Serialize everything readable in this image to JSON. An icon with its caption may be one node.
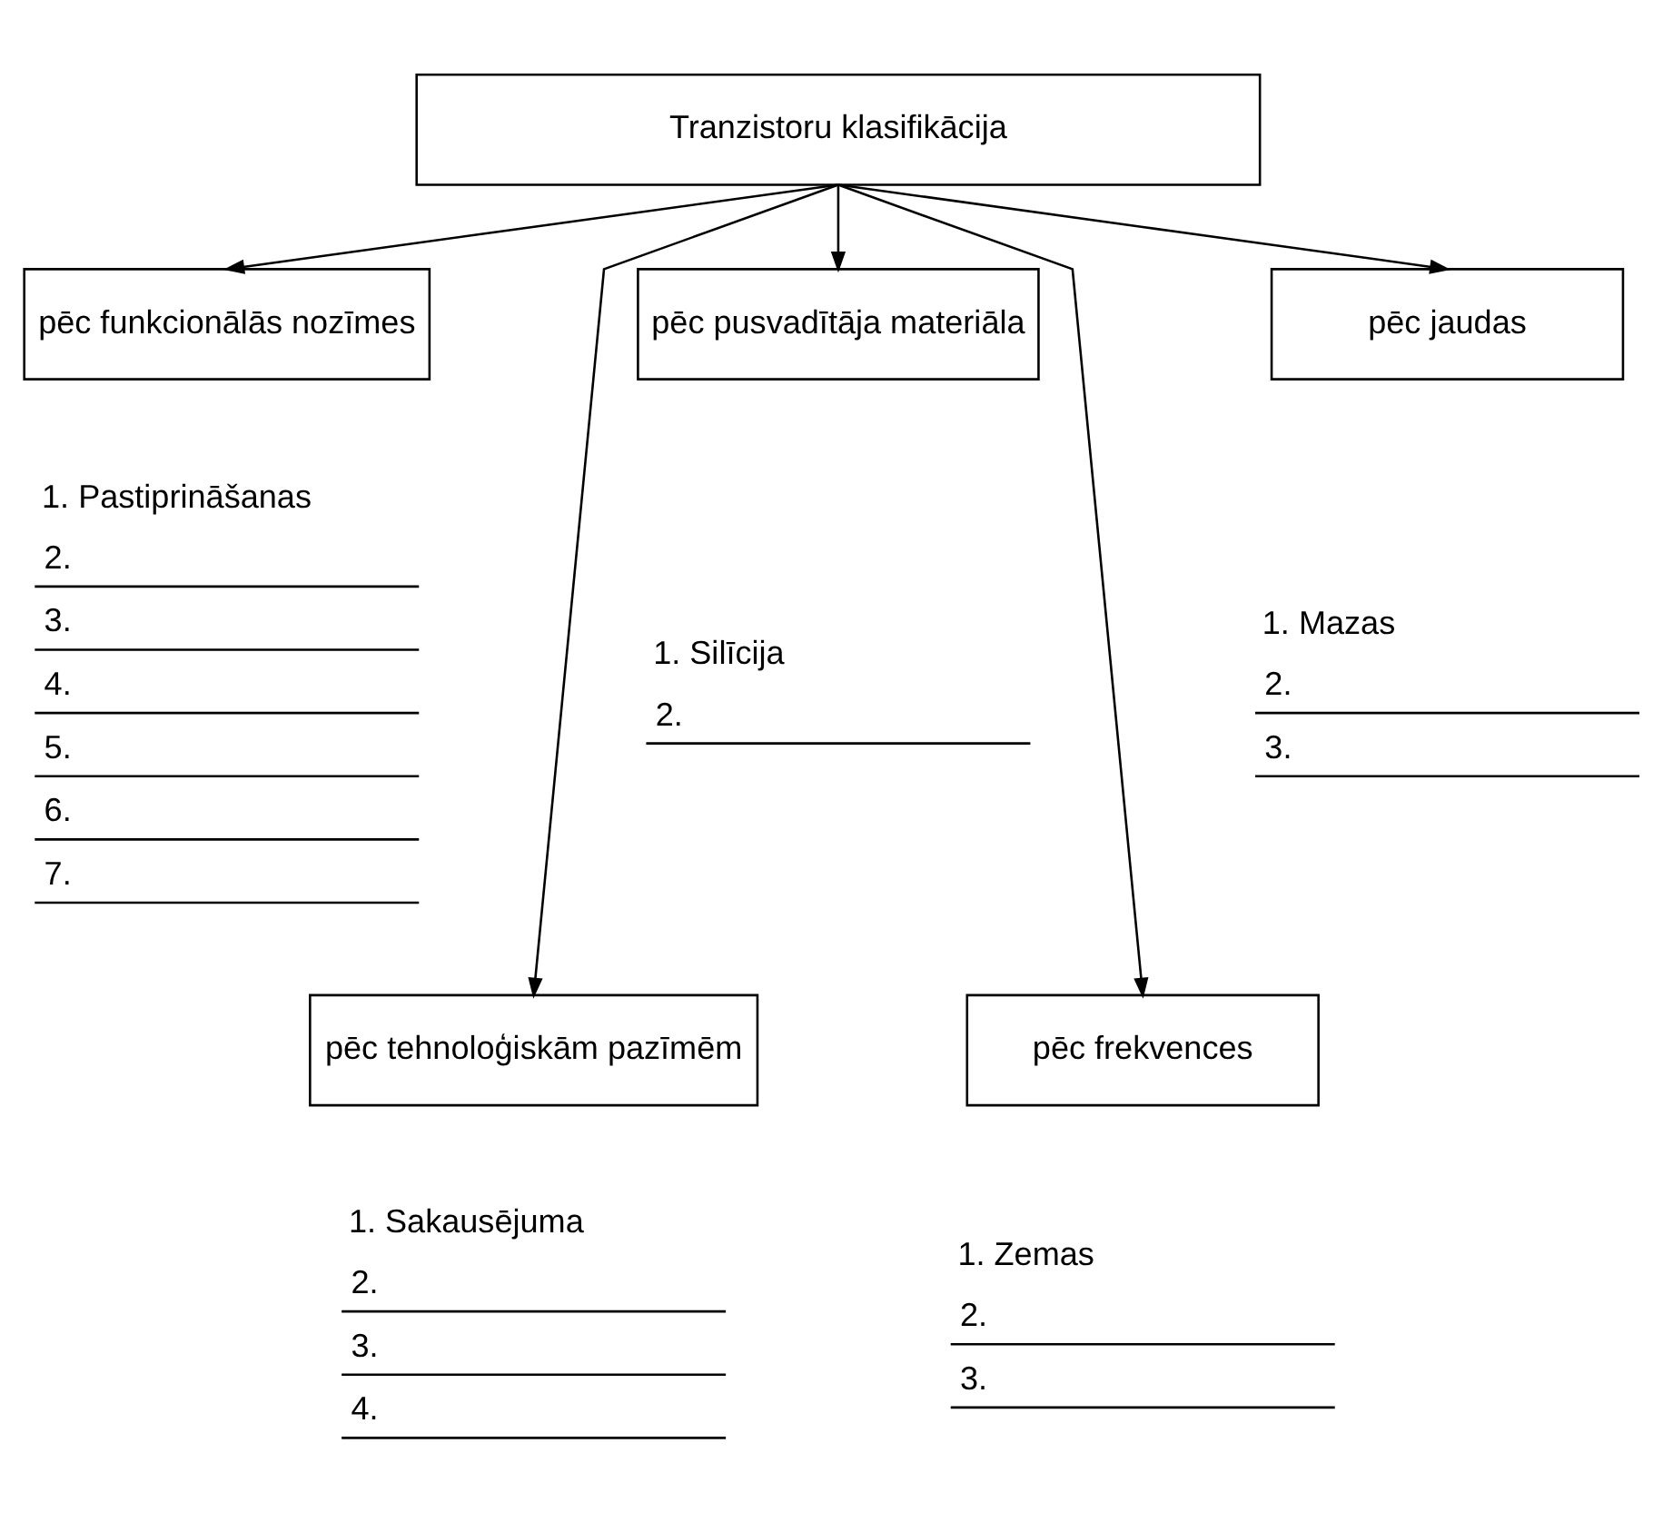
{
  "diagram": {
    "nodes": [
      {
        "text": [
          "Tranzistoru klasifikācija"
        ]
      },
      {
        "text": [
          "pēc funkcionālās nozīmes"
        ],
        "beside": [
          "1. Pastiprināšanas",
          "2.",
          "3.",
          "4.",
          "5.",
          "6.",
          "7."
        ]
      },
      {
        "text": [
          "pēc pusvadītāja materiāla"
        ],
        "beside": [
          "1. Silīcija",
          "2."
        ]
      },
      {
        "text": [
          "pēc jaudas"
        ],
        "beside": [
          "1. Mazas",
          "2.",
          "3."
        ]
      },
      {
        "text": [
          "pēc tehnoloģiskām pazīmēm"
        ],
        "beside": [
          "1. Sakausējuma",
          "2.",
          "3.",
          "4."
        ]
      },
      {
        "text": [
          "pēc frekvences"
        ],
        "beside": [
          "1. Zemas",
          "2.",
          "3."
        ]
      }
    ],
    "edges": [
      {
        "from": 0,
        "to": 1,
        "arrow": "to"
      },
      {
        "from": 0,
        "to": 4,
        "arrow": "to"
      },
      {
        "from": 0,
        "to": 2,
        "arrow": "to"
      },
      {
        "from": 0,
        "to": 5,
        "arrow": "to"
      },
      {
        "from": 0,
        "to": 3,
        "arrow": "to"
      }
    ]
  }
}
